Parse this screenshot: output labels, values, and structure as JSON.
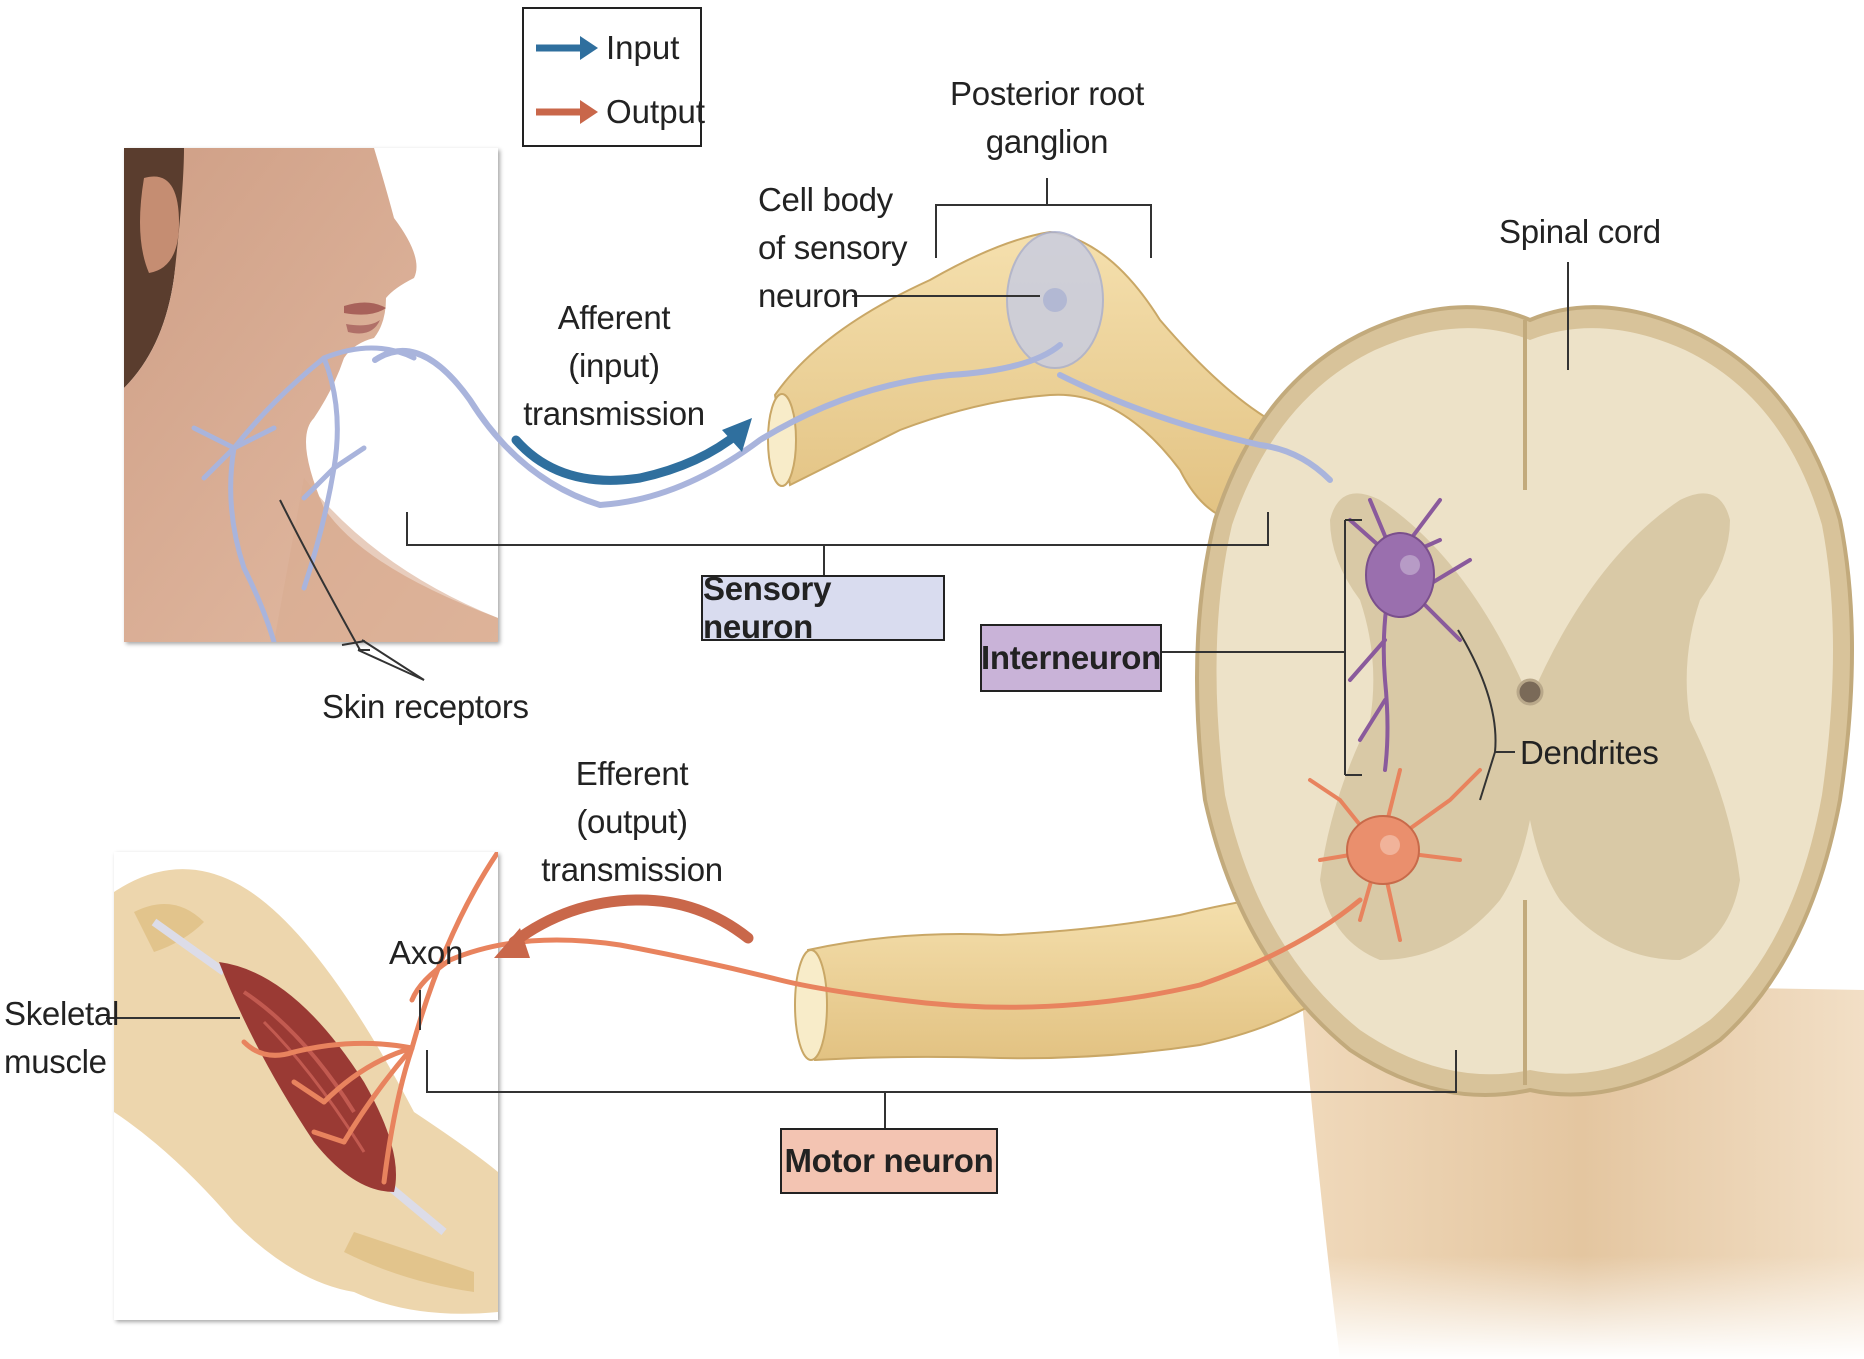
{
  "legend": {
    "input_label": "Input",
    "output_label": "Output",
    "input_color": "#2f6f9e",
    "output_color": "#c9674a"
  },
  "labels": {
    "posterior_root_ganglion": [
      "Posterior root",
      "ganglion"
    ],
    "cell_body": [
      "Cell body",
      "of sensory",
      "neuron"
    ],
    "spinal_cord": "Spinal cord",
    "afferent": [
      "Afferent",
      "(input)",
      "transmission"
    ],
    "efferent": [
      "Efferent",
      "(output)",
      "transmission"
    ],
    "skin_receptors": "Skin receptors",
    "dendrites": "Dendrites",
    "axon": "Axon",
    "skeletal_muscle": [
      "Skeletal",
      "muscle"
    ]
  },
  "boxes": {
    "sensory_neuron": "Sensory neuron",
    "interneuron": "Interneuron",
    "motor_neuron": "Motor neuron"
  },
  "colors": {
    "sensory_box": "#d9dcef",
    "interneuron_box": "#c9b3d8",
    "motor_box": "#f3c4b2",
    "sensory_nerve": "#a9b4dc",
    "interneuron": "#8a5a9c",
    "motor_nerve": "#e8835e",
    "root_nerve": "#ecd29a",
    "white_matter": "#ede2c8",
    "gray_matter": "#d9c9a6"
  }
}
